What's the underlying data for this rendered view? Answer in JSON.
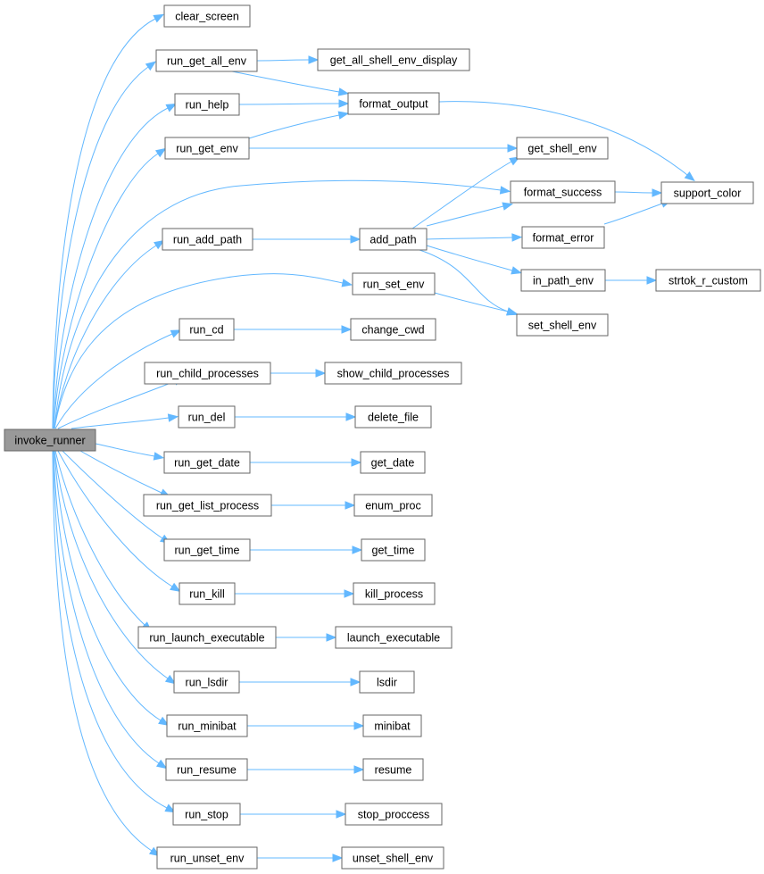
{
  "graph": {
    "edge_color": "#63b8ff",
    "node_border_color": "#666666",
    "root_fill_color": "#999999",
    "nodes": [
      {
        "id": "invoke_runner",
        "label": "invoke_runner",
        "root": true
      },
      {
        "id": "clear_screen",
        "label": "clear_screen"
      },
      {
        "id": "run_get_all_env",
        "label": "run_get_all_env"
      },
      {
        "id": "get_all_shell_env_display",
        "label": "get_all_shell_env_display"
      },
      {
        "id": "run_help",
        "label": "run_help"
      },
      {
        "id": "format_output",
        "label": "format_output"
      },
      {
        "id": "run_get_env",
        "label": "run_get_env"
      },
      {
        "id": "get_shell_env",
        "label": "get_shell_env"
      },
      {
        "id": "format_success",
        "label": "format_success"
      },
      {
        "id": "support_color",
        "label": "support_color"
      },
      {
        "id": "run_add_path",
        "label": "run_add_path"
      },
      {
        "id": "add_path",
        "label": "add_path"
      },
      {
        "id": "format_error",
        "label": "format_error"
      },
      {
        "id": "in_path_env",
        "label": "in_path_env"
      },
      {
        "id": "strtok_r_custom",
        "label": "strtok_r_custom"
      },
      {
        "id": "run_set_env",
        "label": "run_set_env"
      },
      {
        "id": "set_shell_env",
        "label": "set_shell_env"
      },
      {
        "id": "run_cd",
        "label": "run_cd"
      },
      {
        "id": "change_cwd",
        "label": "change_cwd"
      },
      {
        "id": "run_child_processes",
        "label": "run_child_processes"
      },
      {
        "id": "show_child_processes",
        "label": "show_child_processes"
      },
      {
        "id": "run_del",
        "label": "run_del"
      },
      {
        "id": "delete_file",
        "label": "delete_file"
      },
      {
        "id": "run_get_date",
        "label": "run_get_date"
      },
      {
        "id": "get_date",
        "label": "get_date"
      },
      {
        "id": "run_get_list_process",
        "label": "run_get_list_process"
      },
      {
        "id": "enum_proc",
        "label": "enum_proc"
      },
      {
        "id": "run_get_time",
        "label": "run_get_time"
      },
      {
        "id": "get_time",
        "label": "get_time"
      },
      {
        "id": "run_kill",
        "label": "run_kill"
      },
      {
        "id": "kill_process",
        "label": "kill_process"
      },
      {
        "id": "run_launch_executable",
        "label": "run_launch_executable"
      },
      {
        "id": "launch_executable",
        "label": "launch_executable"
      },
      {
        "id": "run_lsdir",
        "label": "run_lsdir"
      },
      {
        "id": "lsdir",
        "label": "lsdir"
      },
      {
        "id": "run_minibat",
        "label": "run_minibat"
      },
      {
        "id": "minibat",
        "label": "minibat"
      },
      {
        "id": "run_resume",
        "label": "run_resume"
      },
      {
        "id": "resume",
        "label": "resume"
      },
      {
        "id": "run_stop",
        "label": "run_stop"
      },
      {
        "id": "stop_proccess",
        "label": "stop_proccess"
      },
      {
        "id": "run_unset_env",
        "label": "run_unset_env"
      },
      {
        "id": "unset_shell_env",
        "label": "unset_shell_env"
      }
    ],
    "edges": [
      {
        "from": "invoke_runner",
        "to": "clear_screen"
      },
      {
        "from": "invoke_runner",
        "to": "run_get_all_env"
      },
      {
        "from": "invoke_runner",
        "to": "run_help"
      },
      {
        "from": "invoke_runner",
        "to": "run_get_env"
      },
      {
        "from": "invoke_runner",
        "to": "format_success"
      },
      {
        "from": "invoke_runner",
        "to": "run_add_path"
      },
      {
        "from": "invoke_runner",
        "to": "run_set_env"
      },
      {
        "from": "invoke_runner",
        "to": "run_cd"
      },
      {
        "from": "invoke_runner",
        "to": "run_child_processes"
      },
      {
        "from": "invoke_runner",
        "to": "run_del"
      },
      {
        "from": "invoke_runner",
        "to": "run_get_date"
      },
      {
        "from": "invoke_runner",
        "to": "run_get_list_process"
      },
      {
        "from": "invoke_runner",
        "to": "run_get_time"
      },
      {
        "from": "invoke_runner",
        "to": "run_kill"
      },
      {
        "from": "invoke_runner",
        "to": "run_launch_executable"
      },
      {
        "from": "invoke_runner",
        "to": "run_lsdir"
      },
      {
        "from": "invoke_runner",
        "to": "run_minibat"
      },
      {
        "from": "invoke_runner",
        "to": "run_resume"
      },
      {
        "from": "invoke_runner",
        "to": "run_stop"
      },
      {
        "from": "invoke_runner",
        "to": "run_unset_env"
      },
      {
        "from": "run_get_all_env",
        "to": "get_all_shell_env_display"
      },
      {
        "from": "run_get_all_env",
        "to": "format_output"
      },
      {
        "from": "run_help",
        "to": "format_output"
      },
      {
        "from": "run_get_env",
        "to": "format_output"
      },
      {
        "from": "run_get_env",
        "to": "get_shell_env"
      },
      {
        "from": "format_output",
        "to": "support_color"
      },
      {
        "from": "format_success",
        "to": "support_color"
      },
      {
        "from": "format_error",
        "to": "support_color"
      },
      {
        "from": "run_add_path",
        "to": "add_path"
      },
      {
        "from": "add_path",
        "to": "get_shell_env"
      },
      {
        "from": "add_path",
        "to": "format_success"
      },
      {
        "from": "add_path",
        "to": "format_error"
      },
      {
        "from": "add_path",
        "to": "in_path_env"
      },
      {
        "from": "add_path",
        "to": "set_shell_env"
      },
      {
        "from": "in_path_env",
        "to": "strtok_r_custom"
      },
      {
        "from": "run_set_env",
        "to": "set_shell_env"
      },
      {
        "from": "run_cd",
        "to": "change_cwd"
      },
      {
        "from": "run_child_processes",
        "to": "show_child_processes"
      },
      {
        "from": "run_del",
        "to": "delete_file"
      },
      {
        "from": "run_get_date",
        "to": "get_date"
      },
      {
        "from": "run_get_list_process",
        "to": "enum_proc"
      },
      {
        "from": "run_get_time",
        "to": "get_time"
      },
      {
        "from": "run_kill",
        "to": "kill_process"
      },
      {
        "from": "run_launch_executable",
        "to": "launch_executable"
      },
      {
        "from": "run_lsdir",
        "to": "lsdir"
      },
      {
        "from": "run_minibat",
        "to": "minibat"
      },
      {
        "from": "run_resume",
        "to": "resume"
      },
      {
        "from": "run_stop",
        "to": "stop_proccess"
      },
      {
        "from": "run_unset_env",
        "to": "unset_shell_env"
      }
    ]
  }
}
